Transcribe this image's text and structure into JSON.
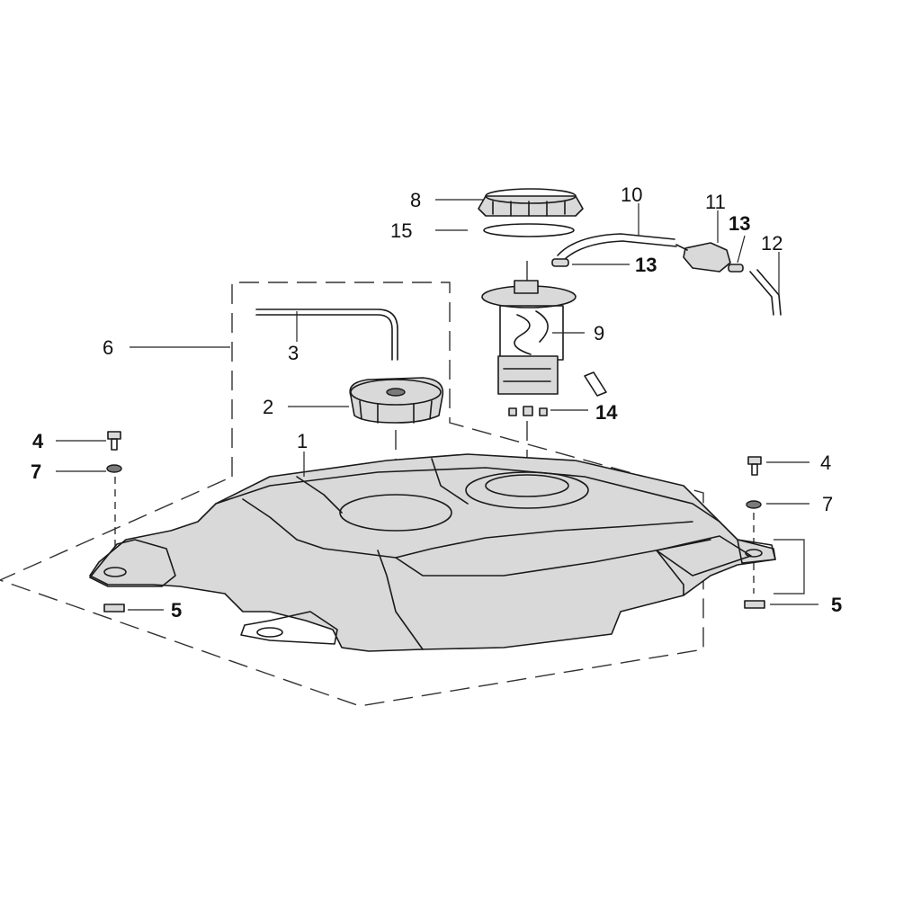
{
  "callouts": {
    "c1": "1",
    "c2": "2",
    "c3": "3",
    "c4_left": "4",
    "c4_right": "4",
    "c5_left": "5",
    "c5_right": "5",
    "c6": "6",
    "c7_left": "7",
    "c7_right": "7",
    "c8": "8",
    "c9": "9",
    "c10": "10",
    "c11": "11",
    "c12": "12",
    "c13_top": "13",
    "c13_mid": "13",
    "c14": "14",
    "c15": "15"
  },
  "parts": [
    {
      "ref": "1",
      "icon": "fuel-tank"
    },
    {
      "ref": "2",
      "icon": "fuel-filler-cap"
    },
    {
      "ref": "3",
      "icon": "breather-tube"
    },
    {
      "ref": "4",
      "icon": "bolt"
    },
    {
      "ref": "5",
      "icon": "nut"
    },
    {
      "ref": "6",
      "icon": "assembly-group-boundary"
    },
    {
      "ref": "7",
      "icon": "washer"
    },
    {
      "ref": "8",
      "icon": "pump-lock-ring"
    },
    {
      "ref": "9",
      "icon": "fuel-pump"
    },
    {
      "ref": "10",
      "icon": "fuel-hose"
    },
    {
      "ref": "11",
      "icon": "fuel-filter"
    },
    {
      "ref": "12",
      "icon": "fuel-hose"
    },
    {
      "ref": "13",
      "icon": "hose-clamp"
    },
    {
      "ref": "14",
      "icon": "pump-mounting-nuts"
    },
    {
      "ref": "15",
      "icon": "pump-gasket"
    }
  ]
}
